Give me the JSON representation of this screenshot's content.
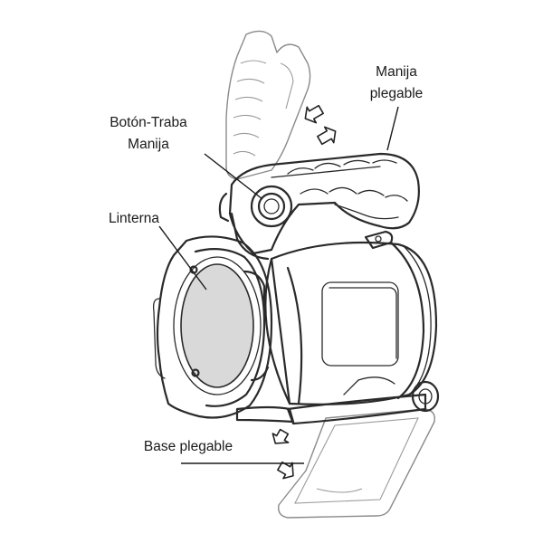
{
  "labels": {
    "folding_handle_line1": "Manija",
    "folding_handle_line2": "plegable",
    "handle_lock_button_line1": "Botón-Traba",
    "handle_lock_button_line2": "Manija",
    "flashlight": "Linterna",
    "folding_base": "Base plegable"
  }
}
